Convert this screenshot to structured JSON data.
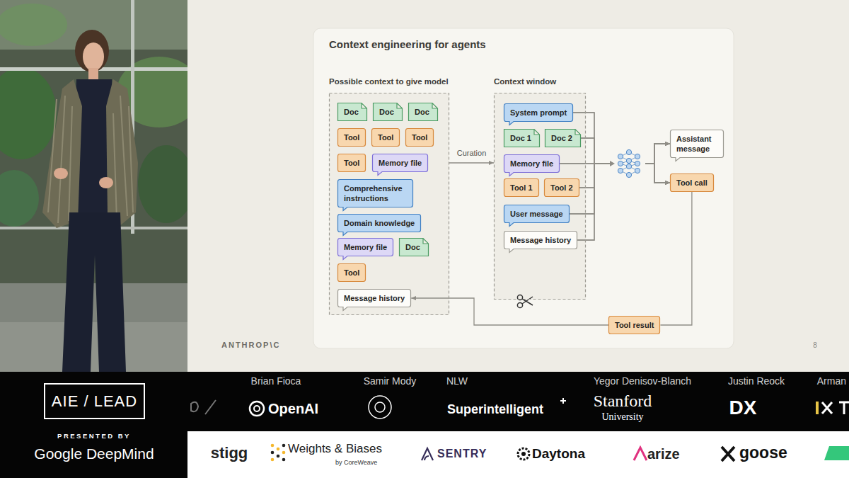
{
  "diagram": {
    "title": "Context engineering for agents",
    "nodes": [
      {
        "text": [
          "Possible context to give model"
        ]
      },
      {
        "text": [
          "Doc"
        ],
        "in": 0
      },
      {
        "text": [
          "Doc"
        ],
        "in": 0
      },
      {
        "text": [
          "Doc"
        ],
        "in": 0
      },
      {
        "text": [
          "Tool"
        ],
        "in": 0
      },
      {
        "text": [
          "Tool"
        ],
        "in": 0
      },
      {
        "text": [
          "Tool"
        ],
        "in": 0
      },
      {
        "text": [
          "Tool"
        ],
        "in": 0
      },
      {
        "text": [
          "Memory file"
        ],
        "in": 0
      },
      {
        "text": [
          "Comprehensive instructions"
        ],
        "in": 0
      },
      {
        "text": [
          "Domain knowledge"
        ],
        "in": 0
      },
      {
        "text": [
          "Memory file"
        ],
        "in": 0
      },
      {
        "text": [
          "Doc"
        ],
        "in": 0
      },
      {
        "text": [
          "Tool"
        ],
        "in": 0
      },
      {
        "text": [
          "Message history"
        ],
        "in": 0
      },
      {
        "text": [
          "Context window"
        ]
      },
      {
        "text": [
          "System prompt"
        ],
        "in": 15
      },
      {
        "text": [
          "Doc 1"
        ],
        "in": 15
      },
      {
        "text": [
          "Doc 2"
        ],
        "in": 15
      },
      {
        "text": [
          "Memory file"
        ],
        "in": 15
      },
      {
        "text": [
          "Tool 1"
        ],
        "in": 15
      },
      {
        "text": [
          "Tool 2"
        ],
        "in": 15
      },
      {
        "text": [
          "User message"
        ],
        "in": 15
      },
      {
        "text": [
          "Message history"
        ],
        "in": 15
      },
      {
        "text": [
          "Assistant message"
        ]
      },
      {
        "text": [
          "Tool call"
        ]
      },
      {
        "text": [
          "Tool result"
        ]
      },
      {
        "text": [
          "AIE / LEAD"
        ]
      }
    ],
    "edges": [
      {
        "from": 0,
        "to": 15,
        "label": "Curation",
        "arrow": "to"
      },
      {
        "from": 16,
        "to": 24,
        "arrow": "to"
      },
      {
        "from": 16,
        "to": 25,
        "arrow": "to"
      },
      {
        "from": 18,
        "to": 24,
        "arrow": "to"
      },
      {
        "from": 18,
        "to": 25,
        "arrow": "to"
      },
      {
        "from": 19,
        "to": 24,
        "arrow": "to"
      },
      {
        "from": 19,
        "to": 25,
        "arrow": "to"
      },
      {
        "from": 21,
        "to": 24,
        "arrow": "to"
      },
      {
        "from": 21,
        "to": 25,
        "arrow": "to"
      },
      {
        "from": 22,
        "to": 24,
        "arrow": "to"
      },
      {
        "from": 22,
        "to": 25,
        "arrow": "to"
      },
      {
        "from": 23,
        "to": 24,
        "arrow": "to"
      },
      {
        "from": 23,
        "to": 25,
        "arrow": "to"
      },
      {
        "from": 25,
        "to": 26,
        "arrow": "none"
      },
      {
        "from": 26,
        "to": 14,
        "arrow": "to"
      }
    ],
    "labels": [
      "ANTHROP\\C",
      "8",
      "PRESENTED BY",
      "Google DeepMind",
      "Brian Fioca",
      "Samir Mody",
      "NLW",
      "Yegor Denisov-Blanch",
      "Justin Reock",
      "Arman",
      "OpenAI",
      "Superintelligent",
      "Stanford",
      "University",
      "DX",
      "stigg",
      "Weights & Biases",
      "by CoreWeave",
      "SENTRY",
      "Daytona",
      "arize",
      "goose"
    ]
  }
}
